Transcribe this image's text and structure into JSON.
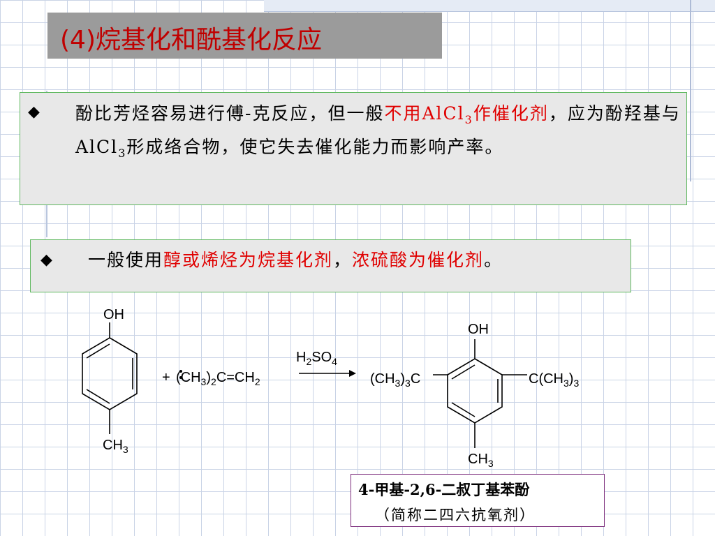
{
  "title": "(4)烷基化和酰基化反应",
  "bullet_symbol": "◆",
  "para1": {
    "t1": "酚比芳烃容易进行傅-克反应，但一般",
    "r1": "不用AlCl",
    "r1_sub": "3",
    "r2": "作催化剂",
    "t2": "，应为酚羟基与AlCl",
    "t2_sub": "3",
    "t3": "形成络合物，使它失去催化能力而影响产率。"
  },
  "para2": {
    "t1": "一般使用",
    "r1": "醇或烯烃为烷基化剂",
    "t2": "，",
    "r2": "浓硫酸为催化剂",
    "t3": "。"
  },
  "reaction": {
    "oh_left": "OH",
    "ch3_left": "CH",
    "ch3_left_sub": "3",
    "plus": "+",
    "reagent_a": "(CH",
    "reagent_a_sub": "3",
    "reagent_b": ")",
    "reagent_b_sub": "2",
    "reagent_c": "C=CH",
    "reagent_c_sub": "2",
    "catalyst_a": "H",
    "catalyst_a_sub": "2",
    "catalyst_b": "SO",
    "catalyst_b_sub": "4",
    "oh_right": "OH",
    "left_group_a": "(CH",
    "left_group_sub": "3",
    "left_group_b": ")",
    "left_group_sub2": "3",
    "left_group_c": "C",
    "right_group_a": "C(CH",
    "right_group_sub": "3",
    "right_group_b": ")",
    "right_group_sub2": "3",
    "ch3_right": "CH",
    "ch3_right_sub": "3"
  },
  "product_name": {
    "line1": "4-甲基-2,6-二叔丁基苯酚",
    "line2": "（简称二四六抗氧剂）"
  }
}
